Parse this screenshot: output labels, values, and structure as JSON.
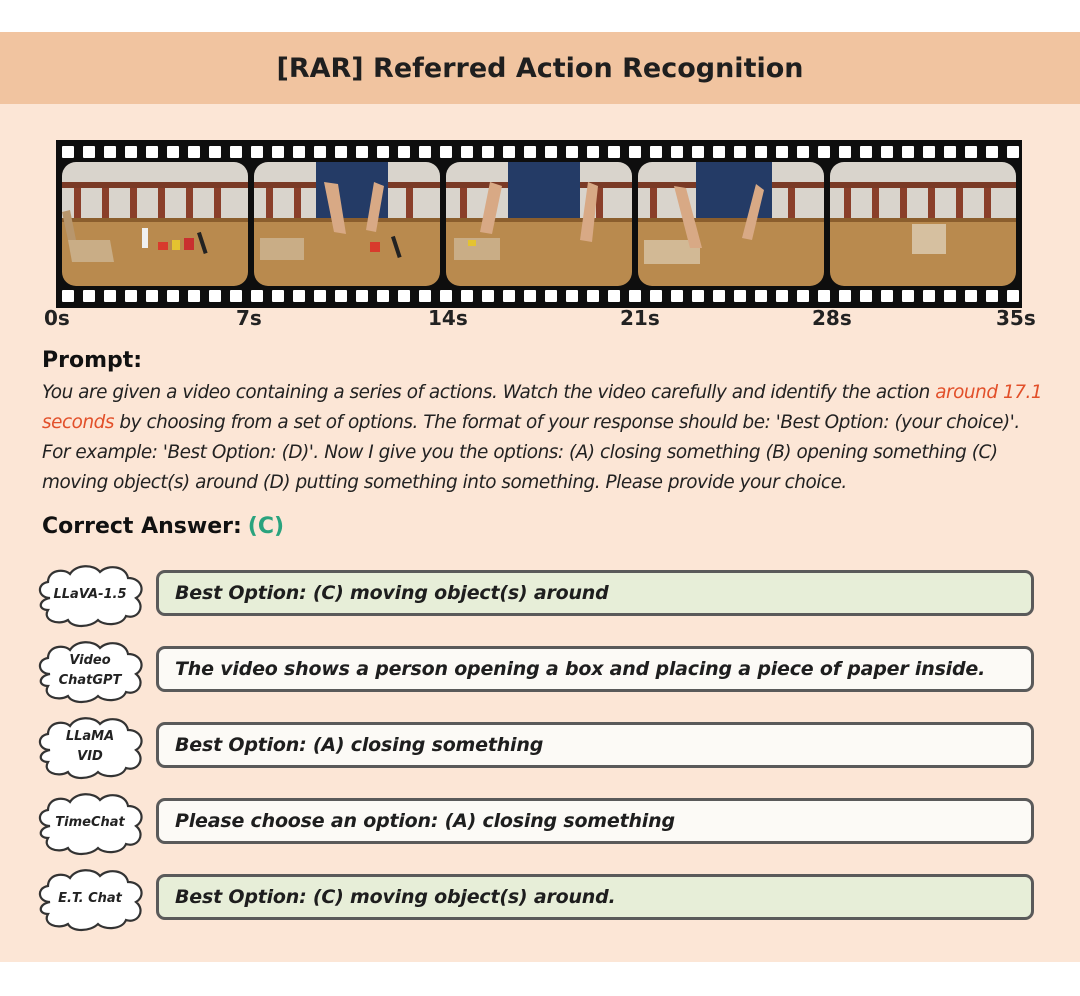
{
  "title": "[RAR] Referred Action Recognition",
  "timeline": [
    "0s",
    "7s",
    "14s",
    "21s",
    "28s",
    "35s"
  ],
  "prompt": {
    "heading": "Prompt:",
    "text_before": "You are given a video containing a series of actions. Watch the video carefully and identify the action ",
    "highlight": "around 17.1 seconds",
    "text_after": " by choosing from a set of options. The format of your response should be: 'Best Option: (your choice)'. For example: 'Best Option: (D)'. Now I give you the options: (A) closing something (B) opening something (C) moving object(s) around (D) putting something into something. Please provide your choice."
  },
  "answer": {
    "label": "Correct Answer:",
    "value": "(C)"
  },
  "models": [
    {
      "name": "LLaVA-1.5",
      "response": "Best Option: (C) moving object(s) around",
      "correct": true
    },
    {
      "name": "Video\nChatGPT",
      "response": "The video shows a person opening a box and placing a piece of paper inside.",
      "correct": false
    },
    {
      "name": "LLaMA\nVID",
      "response": "Best Option: (A) closing something",
      "correct": false
    },
    {
      "name": "TimeChat",
      "response": "Please choose an option: (A) closing something",
      "correct": false
    },
    {
      "name": "E.T. Chat",
      "response": "Best Option: (C) moving object(s) around.",
      "correct": true
    }
  ],
  "colors": {
    "panel": "#fce6d6",
    "header": "#f1c4a0",
    "highlight": "#e2502a",
    "answer": "#2aa37e",
    "correct_bg": "#e7eed8",
    "wrong_bg": "#fcfaf6"
  }
}
